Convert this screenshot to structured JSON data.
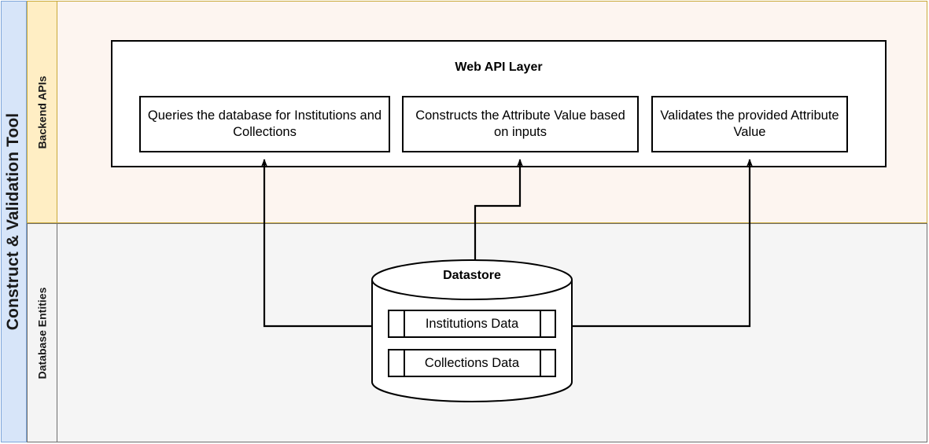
{
  "pool": {
    "title": "Construct & Validation Tool",
    "header_color": "#d7e5f9",
    "header_border": "#7ea6d9"
  },
  "lanes": [
    {
      "id": "backend",
      "label": "Backend APIs",
      "header_color": "#ffeec4",
      "body_color": "#fdf5f0",
      "border_color": "#c9a93a"
    },
    {
      "id": "database",
      "label": "Database Entities",
      "header_color": "#f4f4f4",
      "body_color": "#f5f5f5",
      "border_color": "#6d6d6d"
    }
  ],
  "web_api_layer": {
    "title": "Web API Layer",
    "boxes": [
      {
        "label": "Queries the database for Institutions and Collections"
      },
      {
        "label": "Constructs the Attribute Value based on inputs"
      },
      {
        "label": "Validates the provided Attribute Value"
      }
    ]
  },
  "datastore": {
    "title": "Datastore",
    "rows": [
      {
        "label": "Institutions Data"
      },
      {
        "label": "Collections Data"
      }
    ]
  },
  "connectors": [
    {
      "from": "datastore-left",
      "to": "api-box-0",
      "label": ""
    },
    {
      "from": "datastore-top",
      "to": "api-box-1",
      "label": ""
    },
    {
      "from": "datastore-right",
      "to": "api-box-2",
      "label": ""
    }
  ]
}
